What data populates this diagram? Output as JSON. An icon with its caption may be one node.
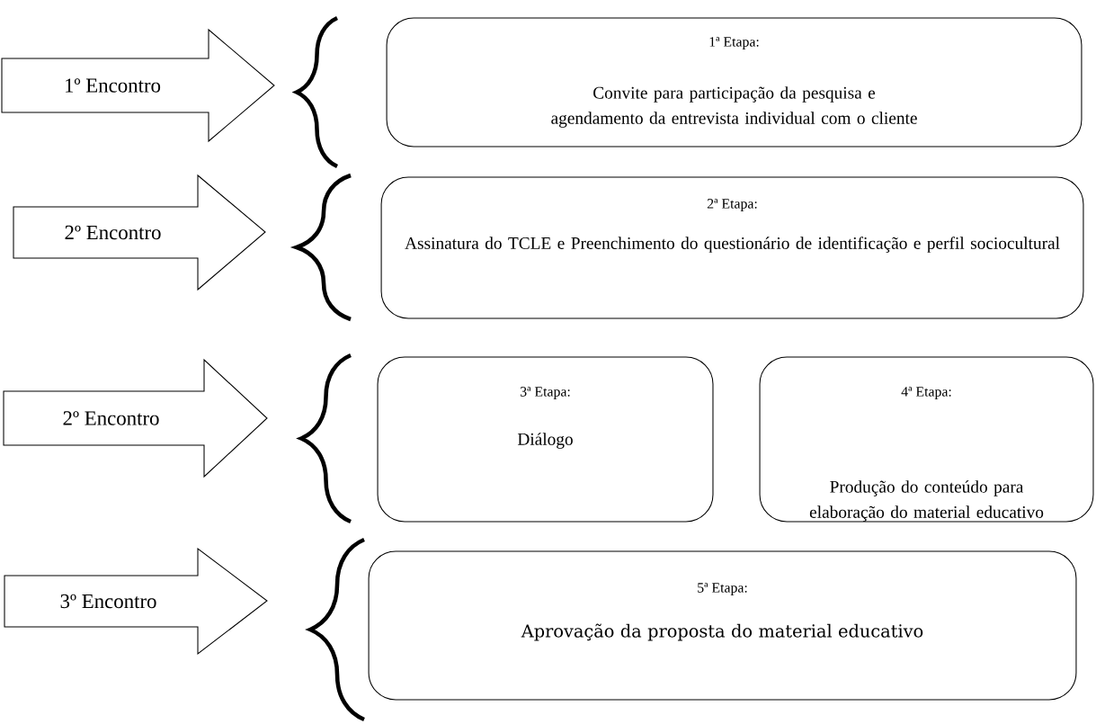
{
  "diagram": {
    "nodes": [
      {
        "text": [
          "1º Encontro"
        ]
      },
      {
        "text": [
          "1ª Etapa:",
          "Convite para participação da pesquisa e agendamento da entrevista individual com o cliente"
        ]
      },
      {
        "text": [
          "2º Encontro"
        ]
      },
      {
        "text": [
          "2ª Etapa:",
          "Assinatura do TCLE e Preenchimento do questionário de identificação e perfil sociocultural"
        ]
      },
      {
        "text": [
          "2º Encontro"
        ]
      },
      {
        "text": [
          "3ª Etapa:",
          "Diálogo"
        ]
      },
      {
        "text": [
          "4ª Etapa:",
          "Produção do conteúdo para elaboração do material educativo"
        ]
      },
      {
        "text": [
          "3º Encontro"
        ]
      },
      {
        "text": [
          "5ª Etapa:",
          "Aprovação da proposta do material educativo"
        ]
      }
    ]
  }
}
